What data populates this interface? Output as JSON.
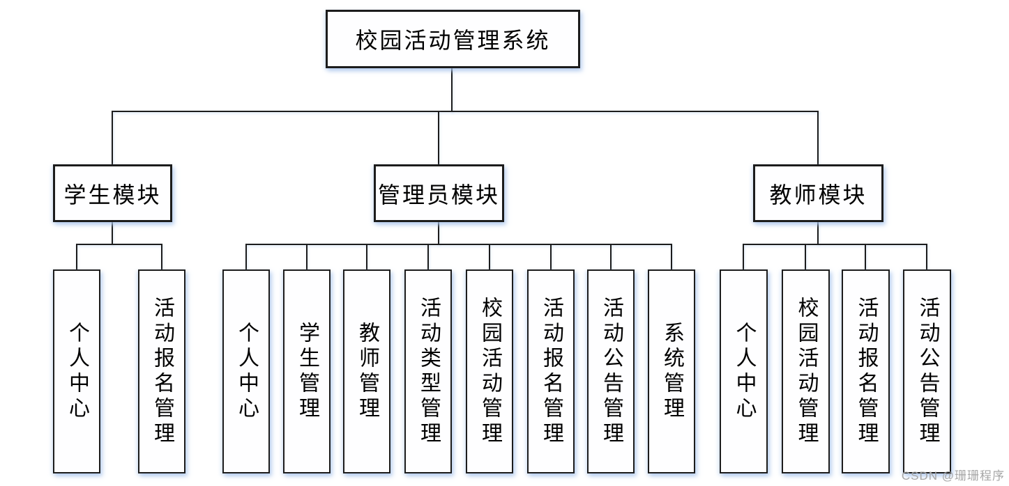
{
  "diagram": {
    "root": {
      "label": "校园活动管理系统"
    },
    "modules": [
      {
        "label": "学生模块",
        "children": [
          {
            "label": "个人中心"
          },
          {
            "label": "活动报名管理"
          }
        ]
      },
      {
        "label": "管理员模块",
        "children": [
          {
            "label": "个人中心"
          },
          {
            "label": "学生管理"
          },
          {
            "label": "教师管理"
          },
          {
            "label": "活动类型管理"
          },
          {
            "label": "校园活动管理"
          },
          {
            "label": "活动报名管理"
          },
          {
            "label": "活动公告管理"
          },
          {
            "label": "系统管理"
          }
        ]
      },
      {
        "label": "教师模块",
        "children": [
          {
            "label": "个人中心"
          },
          {
            "label": "校园活动管理"
          },
          {
            "label": "活动报名管理"
          },
          {
            "label": "活动公告管理"
          }
        ]
      }
    ]
  },
  "watermark": {
    "text": "CSDN @珊珊程序"
  },
  "colors": {
    "line": "#1c1c1c",
    "box_border": "#1c1c1c",
    "box_background": "#ffffff",
    "shadow_tint": "#a8c4ec",
    "watermark": "#a6a6a6",
    "page_background": "#ffffff"
  }
}
